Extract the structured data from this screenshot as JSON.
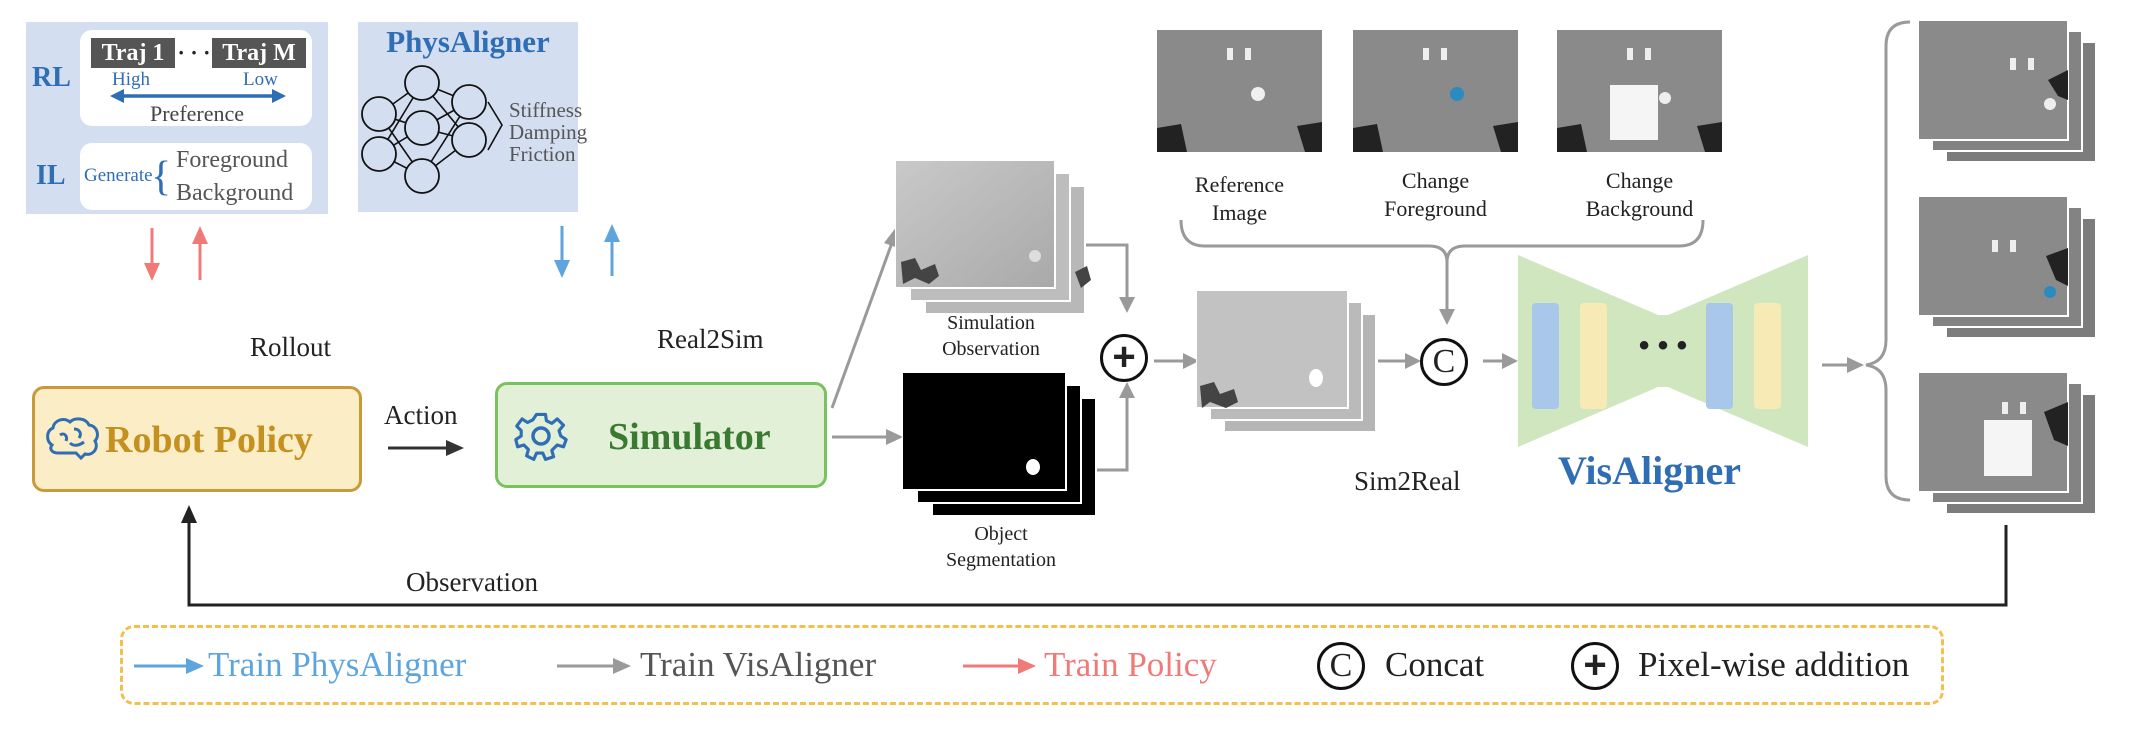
{
  "rl_panel": {
    "rl_label": "RL",
    "traj_first": "Traj 1",
    "traj_dots": "· · ·",
    "traj_last": "Traj M",
    "high_label": "High",
    "low_label": "Low",
    "preference_label": "Preference",
    "il_label": "IL",
    "generate_label": "Generate",
    "foreground_label": "Foreground",
    "background_label": "Background"
  },
  "physaligner": {
    "title": "PhysAligner",
    "output_stiffness": "Stiffness",
    "output_damping": "Damping",
    "output_friction": "Friction"
  },
  "robot_policy": {
    "label": "Robot Policy",
    "icon": "brain-icon"
  },
  "simulator": {
    "label": "Simulator",
    "icon": "gear-icon"
  },
  "flow_labels": {
    "rollout": "Rollout",
    "action": "Action",
    "real2sim": "Real2Sim",
    "sim2real": "Sim2Real",
    "observation": "Observation"
  },
  "stacks": {
    "simulation_observation_line1": "Simulation",
    "simulation_observation_line2": "Observation",
    "object_segmentation_line1": "Object",
    "object_segmentation_line2": "Segmentation"
  },
  "reference_images": {
    "reference_line1": "Reference",
    "reference_line2": "Image",
    "foreground_line1": "Change",
    "foreground_line2": "Foreground",
    "background_line1": "Change",
    "background_line2": "Background"
  },
  "visaligner": {
    "title": "VisAligner",
    "dots": "• • •"
  },
  "operators": {
    "concat_symbol": "C",
    "add_symbol": "+"
  },
  "legend": {
    "train_physaligner": "Train PhysAligner",
    "train_visaligner": "Train VisAligner",
    "train_policy": "Train Policy",
    "concat": "Concat",
    "pixel_wise_addition": "Pixel-wise addition"
  },
  "colors": {
    "physaligner_blue": "#2f6db5",
    "policy_red": "#f07a78",
    "visaligner_gray": "#9a9a9a",
    "policy_gold": "#c4901f",
    "simulator_green": "#3a7a30",
    "panel_blue": "#d3dff1",
    "legend_border": "#f2c04b"
  }
}
